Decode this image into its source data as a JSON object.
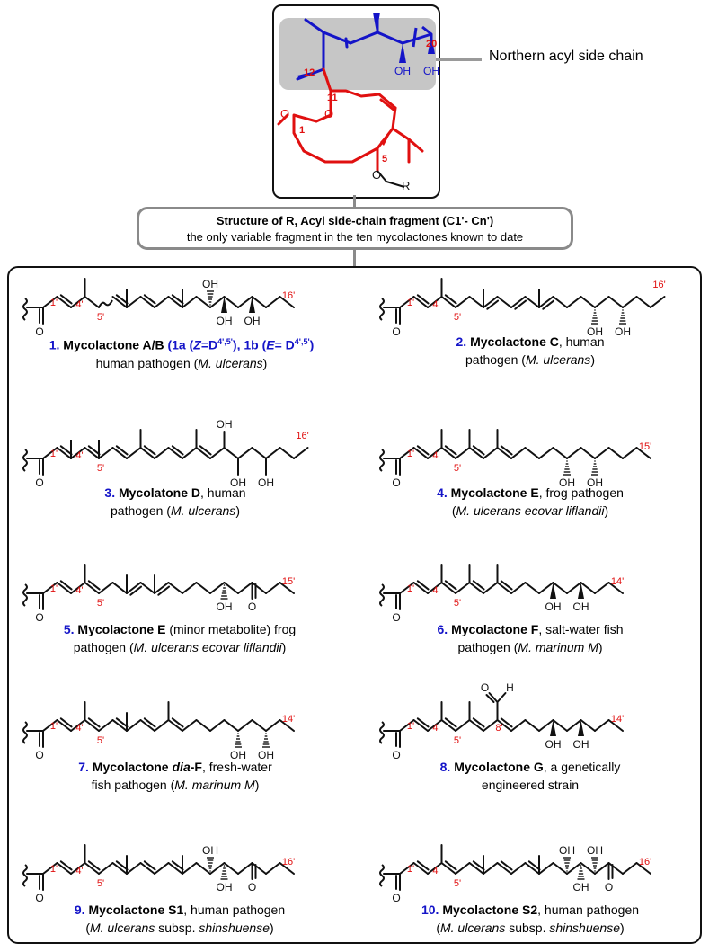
{
  "core": {
    "label_northern": "Northern acyl side chain",
    "atom_labels": {
      "c20": "20",
      "c12": "12",
      "c11": "11",
      "c1": "1",
      "c5": "5"
    },
    "oh": "OH",
    "o": "O",
    "r": "R"
  },
  "rbox": {
    "title": "Structure of R, Acyl side-chain fragment (C1'- Cn')",
    "subtitle": "the only variable fragment in the ten mycolactones known to date"
  },
  "compounds": [
    {
      "num": "1.",
      "name": "Mycolactone A/B",
      "note_prefix": " (1a (",
      "z": "Z",
      "note_mid": "=D",
      "sup1": "4',5'",
      "note_mid2": "), 1b (",
      "e": "E",
      "note_mid3": "= D",
      "sup2": "4',5'",
      "note_end": ")",
      "line2a": "human pathogen (",
      "line2i": "M. ulcerans",
      "line2b": ")",
      "labels": [
        "1'",
        "4'",
        "5'",
        "16'"
      ]
    },
    {
      "num": "2.",
      "name": "Mycolactone C",
      "rest": ", human",
      "line2a": "pathogen (",
      "line2i": "M. ulcerans",
      "line2b": ")",
      "labels": [
        "1'",
        "4'",
        "5'",
        "16'"
      ]
    },
    {
      "num": "3.",
      "name": "Mycolatone D",
      "rest": ", human",
      "line2a": "pathogen (",
      "line2i": "M. ulcerans",
      "line2b": ")",
      "labels": [
        "1'",
        "4'",
        "5'",
        "16'"
      ]
    },
    {
      "num": "4.",
      "name": "Mycolactone E",
      "rest": ", frog pathogen",
      "line2a": "(",
      "line2i": "M. ulcerans ecovar liflandii",
      "line2b": ")",
      "labels": [
        "1'",
        "4'",
        "5'",
        "15'"
      ]
    },
    {
      "num": "5.",
      "name": "Mycolactone E",
      "rest": " (minor metabolite) frog",
      "line2a": "pathogen (",
      "line2i": "M. ulcerans ecovar liflandii",
      "line2b": ")",
      "labels": [
        "1'",
        "4'",
        "5'",
        "15'"
      ]
    },
    {
      "num": "6.",
      "name": "Mycolactone F",
      "rest": ", salt-water fish",
      "line2a": "pathogen (",
      "line2i": "M. marinum M",
      "line2b": ")",
      "labels": [
        "1'",
        "4'",
        "5'",
        "14'"
      ]
    },
    {
      "num": "7.",
      "name_a": "Mycolactone ",
      "name_i": "dia",
      "name_b": "-F",
      "rest": ",  fresh-water",
      "line2a": "fish pathogen (",
      "line2i": "M. marinum M",
      "line2b": ")",
      "labels": [
        "1'",
        "4'",
        "5'",
        "14'"
      ]
    },
    {
      "num": "8.",
      "name": "Mycolactone G",
      "rest": ", a genetically",
      "line2a": "engineered strain",
      "line2i": "",
      "line2b": "",
      "labels": [
        "1'",
        "4'",
        "5'",
        "8'",
        "14'"
      ]
    },
    {
      "num": "9.",
      "name": "Mycolactone S1",
      "rest": ", human pathogen",
      "line2a": "(",
      "line2i": "M. ulcerans",
      "line2b": " subsp. ",
      "line2i2": "shinshuense",
      "line2c": ")",
      "labels": [
        "1'",
        "4'",
        "5'",
        "16'"
      ]
    },
    {
      "num": "10.",
      "name": "Mycolactone S2",
      "rest": ", human pathogen",
      "line2a": "(",
      "line2i": "M. ulcerans",
      "line2b": " subsp. ",
      "line2i2": "shinshuense",
      "line2c": ")",
      "labels": [
        "1'",
        "4'",
        "5'",
        "16'"
      ]
    }
  ],
  "atoms": {
    "oh": "OH",
    "o": "O",
    "h": "H"
  },
  "colors": {
    "red": "#e01010",
    "blue": "#1414c8",
    "grey": "#8a8a8a",
    "highlight": "#c6c6c6"
  }
}
